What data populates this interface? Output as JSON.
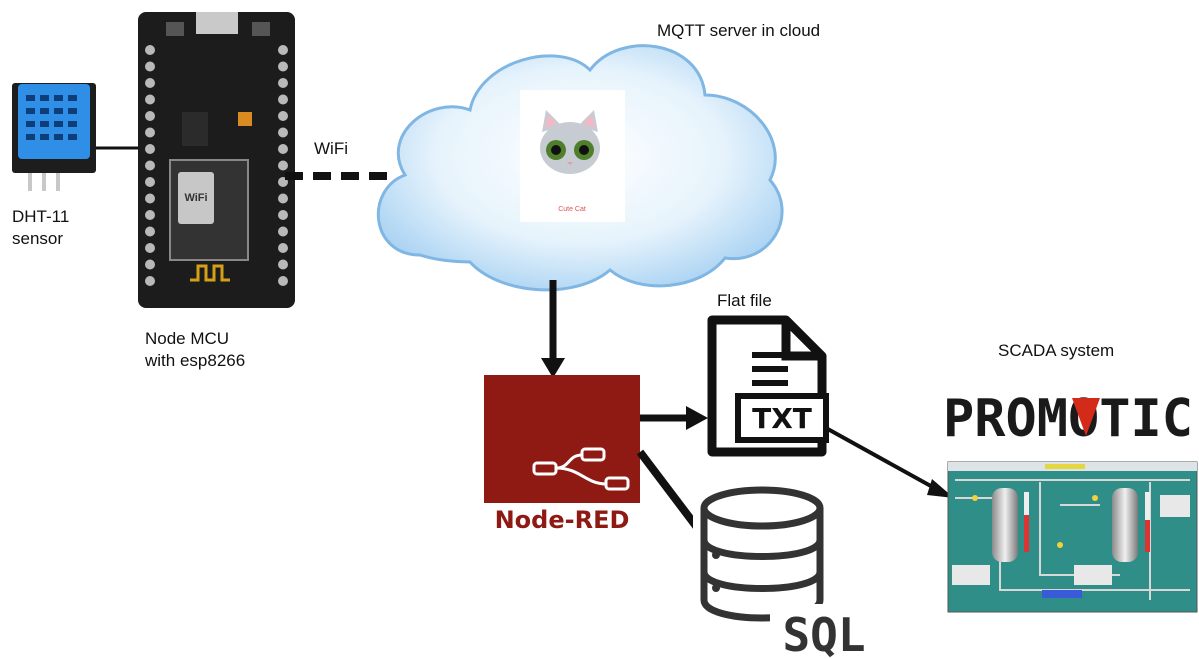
{
  "labels": {
    "sensor_line1": "DHT-11",
    "sensor_line2": "sensor",
    "mcu_line1": "Node MCU",
    "mcu_line2": "with esp8266",
    "wifi": "WiFi",
    "mqtt": "MQTT server in cloud",
    "flat_file": "Flat file",
    "scada": "SCADA system"
  },
  "logos": {
    "cat_caption": "Cute Cat",
    "node_red": "Node-RED",
    "txt": "TXT",
    "sql": "SQL",
    "promotic": "PROMOTIC",
    "wifi_chip": "WiFi"
  },
  "colors": {
    "node_red": "#8f1a13",
    "cloud": "#b9dcf5",
    "sensor": "#2a8ee8",
    "board": "#1c1c1c",
    "scada_bg": "#2f8f88",
    "promotic_red": "#d42a1a"
  }
}
